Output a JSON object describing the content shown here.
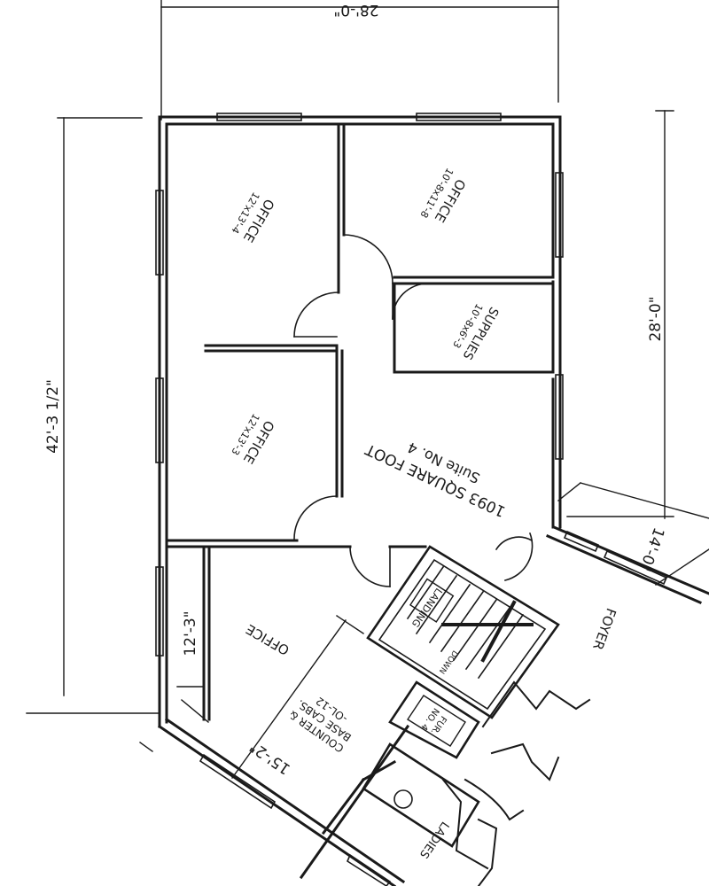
{
  "dimensions": {
    "top_width": "28'-0\"",
    "left_height": "42'-3 1/2\"",
    "right_height": "28'-0\"",
    "foyer_width": "14'-0\"",
    "office_depth": "12'-3\"",
    "counter_length": "15'-2\""
  },
  "rooms": {
    "office_1": {
      "name": "OFFICE",
      "size": "12'x13'-4"
    },
    "office_2": {
      "name": "OFFICE",
      "size": "10'-8x11'-8"
    },
    "supplies": {
      "name": "SUPPLIES",
      "size": "10'-8x6'-3"
    },
    "office_3": {
      "name": "OFFICE",
      "size": "12'x13'-3"
    },
    "office_4": {
      "name": "OFFICE"
    },
    "suite": {
      "area": "1093 SQUARE FOOT",
      "name": "Suite No. 4"
    },
    "landing": "LANDING",
    "down": "DOWN",
    "furnace": {
      "line1": "FUR.",
      "line2": "NO. 4"
    },
    "foyer": "FOYER",
    "ladies": "LADIES",
    "counter": {
      "line1": "COUNTER &",
      "line2": "BASE CABS.",
      "line3": "-OL-12"
    }
  }
}
